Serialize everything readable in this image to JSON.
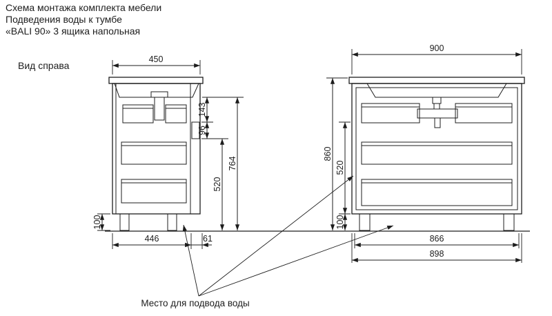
{
  "colors": {
    "background": "#ffffff",
    "line": "#1c1c1c"
  },
  "header": {
    "line1": "Схема монтажа комплекта мебели",
    "line2": "Подведения воды к тумбе",
    "line3": "«BALI 90» 3 ящика напольная"
  },
  "side_view": {
    "label": "Вид справа",
    "dims": {
      "top_width": "450",
      "basin_to_handle": "143",
      "handle_zone": "96",
      "lower_section": "520",
      "body_height": "764",
      "leg_height": "100",
      "bottom_depth": "446",
      "front_offset": "61"
    }
  },
  "front_view": {
    "dims": {
      "top_width": "900",
      "total_height": "860",
      "drawer_section": "520",
      "leg_height": "100",
      "inner_width": "866",
      "outer_width": "898"
    }
  },
  "annotation": {
    "water_note": "Место для подвода воды"
  }
}
